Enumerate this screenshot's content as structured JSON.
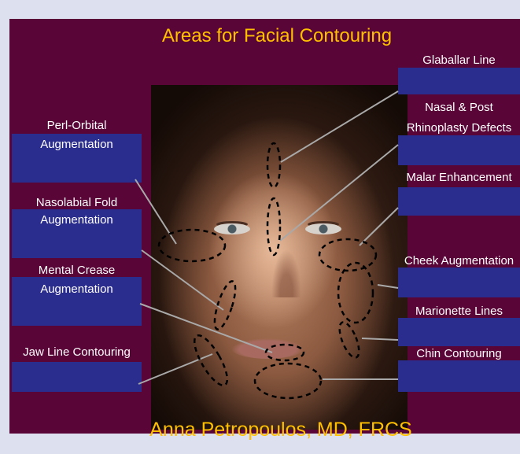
{
  "title": "Areas for Facial Contouring",
  "footer": "Anna Petropoulos, MD, FRCS",
  "labels": {
    "glaballar": "Glaballar Line",
    "nasal_1": "Nasal & Post",
    "nasal_2": "Rhinoplasty Defects",
    "malar": "Malar Enhancement",
    "cheek": "Cheek Augmentation",
    "marionette": "Marionette Lines",
    "chin": "Chin Contouring",
    "periorbital_1": "Perl-Orbital",
    "periorbital_2": "Augmentation",
    "nasolabial_1": "Nasolabial Fold",
    "nasolabial_2": "Augmentation",
    "mental_1": "Mental Crease",
    "mental_2": "Augmentation",
    "jaw": "Jaw Line Contouring"
  },
  "colors": {
    "page_bg": "#dde0ee",
    "slide_bg": "#5a0537",
    "title": "#ffc000",
    "box": "#2b2d8e",
    "label_text": "#ffffff",
    "outline": "#000000",
    "leader_line": "#a9a9a9"
  }
}
